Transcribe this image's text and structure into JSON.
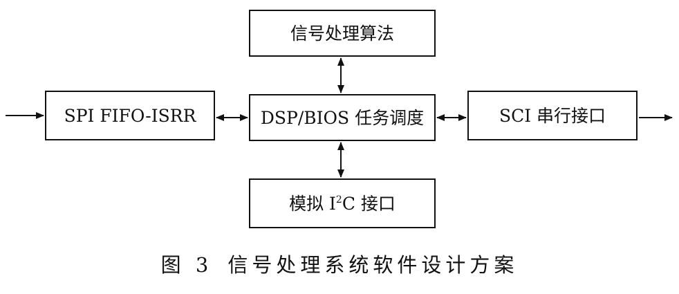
{
  "diagram": {
    "nodes": {
      "top": {
        "label": "信号处理算法"
      },
      "center": {
        "label": "DSP/BIOS 任务调度"
      },
      "left": {
        "label": "SPI FIFO-ISRR"
      },
      "right": {
        "label": "SCI 串行接口"
      },
      "bottom": {
        "label_prefix": "模拟 I",
        "label_sup": "2",
        "label_suffix": "C 接口"
      }
    },
    "edges": [
      {
        "from": "external-input",
        "to": "left",
        "direction": "forward"
      },
      {
        "from": "left",
        "to": "center",
        "direction": "both"
      },
      {
        "from": "center",
        "to": "right",
        "direction": "both"
      },
      {
        "from": "right",
        "to": "external-output",
        "direction": "forward"
      },
      {
        "from": "top",
        "to": "center",
        "direction": "both"
      },
      {
        "from": "center",
        "to": "bottom",
        "direction": "both"
      }
    ],
    "colors": {
      "stroke": "#111111",
      "background": "#ffffff"
    }
  },
  "caption": {
    "figure_number": "图 3",
    "title": "信号处理系统软件设计方案"
  }
}
